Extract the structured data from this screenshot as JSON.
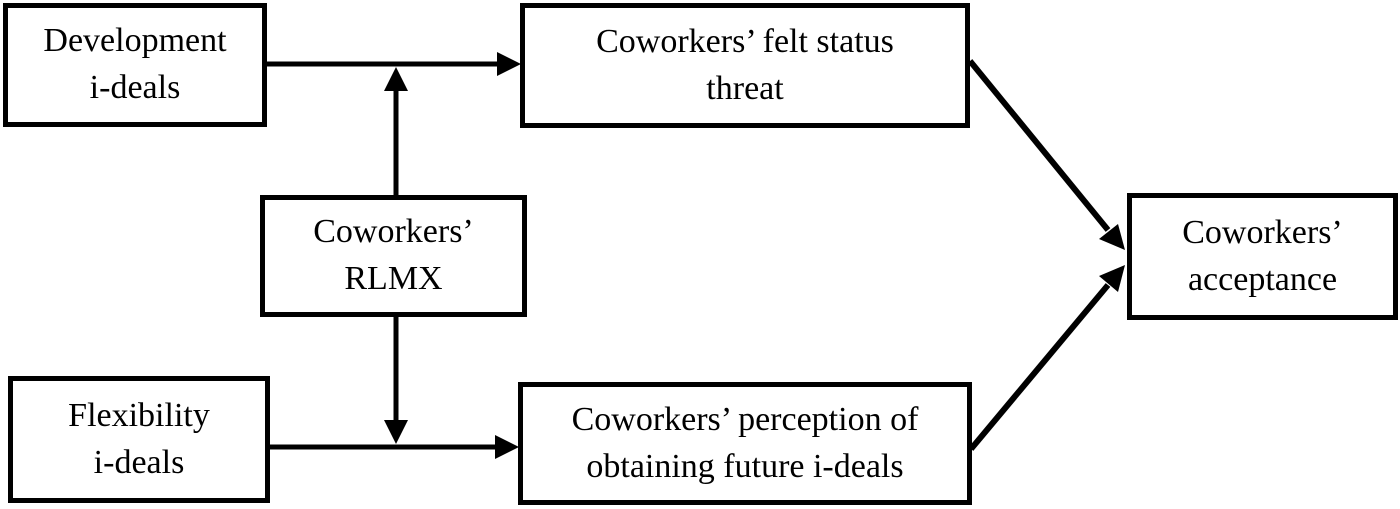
{
  "figure": {
    "type": "conceptual-model-diagram",
    "colors": {
      "background": "#ffffff",
      "box_border": "#000000",
      "line": "#000000",
      "text": "#000000"
    }
  },
  "diagram": {
    "nodes": [
      {
        "id": "development-ideals",
        "label": "Development\ni-deals"
      },
      {
        "id": "flexibility-ideals",
        "label": "Flexibility\ni-deals"
      },
      {
        "id": "coworkers-rlmx",
        "label": "Coworkers’\nRLMX"
      },
      {
        "id": "felt-status-threat",
        "label": "Coworkers’ felt status\nthreat"
      },
      {
        "id": "perception-future-ideals",
        "label": "Coworkers’ perception of\nobtaining future i-deals"
      },
      {
        "id": "coworkers-acceptance",
        "label": "Coworkers’\nacceptance"
      }
    ],
    "edges": [
      {
        "from": "development-ideals",
        "to": "felt-status-threat",
        "type": "causal"
      },
      {
        "from": "flexibility-ideals",
        "to": "perception-future-ideals",
        "type": "causal"
      },
      {
        "from": "coworkers-rlmx",
        "to": "development-ideals → felt-status-threat",
        "type": "moderation"
      },
      {
        "from": "coworkers-rlmx",
        "to": "flexibility-ideals → perception-future-ideals",
        "type": "moderation"
      },
      {
        "from": "felt-status-threat",
        "to": "coworkers-acceptance",
        "type": "causal"
      },
      {
        "from": "perception-future-ideals",
        "to": "coworkers-acceptance",
        "type": "causal"
      }
    ]
  }
}
